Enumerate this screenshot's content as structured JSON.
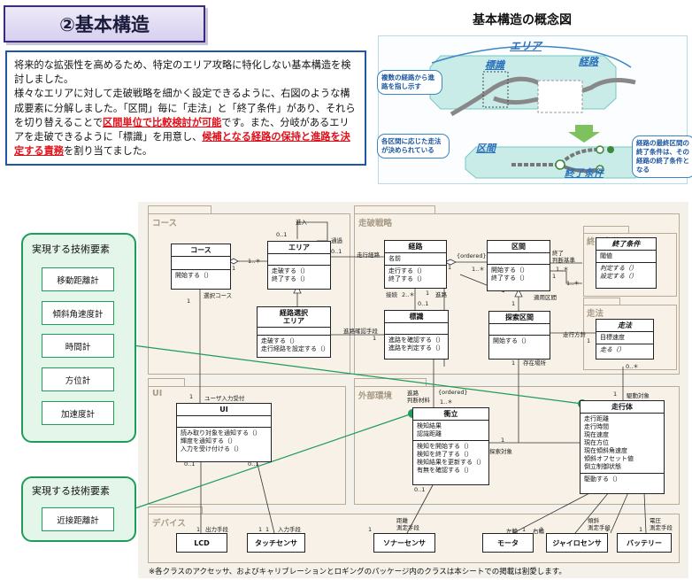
{
  "title": "②基本構造",
  "description": {
    "p1": "将来的な拡張性を高めるため、特定のエリア攻略に特化しない基本構造を検討しました。",
    "p2a": "様々なエリアに対して走破戦略を細かく設定できるように、右図のような構成要素に分解しました。「区間」毎に「走法」と「終了条件」があり、それらを切り替えることで",
    "p2b": "区間単位で比較検討が可能",
    "p2c": "です。また、分岐があるエリアを走破できるように「標識」を用意し、",
    "p2d": "候補となる経路の保持と進路を決定する責務",
    "p2e": "を割り当てました。"
  },
  "concept": {
    "title": "基本構造の概念図",
    "area": "エリア",
    "sign": "標識",
    "route": "経路",
    "section": "区間",
    "end_condition": "終了条件",
    "note_left": "複数の経路から進路を指し示す",
    "note_bottom_left": "各区間に応じた走法が決められている",
    "note_right": "経路の最終区間の終了条件は、その経路の終了条件となる"
  },
  "packages": {
    "course": "コース",
    "strategy": "走破戦略",
    "end_condition": "終了条件",
    "run_method": "走法",
    "ui": "UI",
    "external": "外部環境",
    "device": "デバイス"
  },
  "classes": {
    "course": {
      "name": "コース",
      "ops": [
        "開始する（）"
      ]
    },
    "area": {
      "name": "エリア",
      "ops": [
        "走破する（）",
        "終了する（）"
      ]
    },
    "route_select": {
      "name": "経路選択\nエリア",
      "ops": [
        "走破する（）",
        "走行経路を設定する（）"
      ]
    },
    "route": {
      "name": "経路",
      "attrs": [
        "名前"
      ],
      "ops": [
        "走行する（）",
        "終了する（）"
      ]
    },
    "section": {
      "name": "区間",
      "ops": [
        "開始する（）",
        "終了する（）"
      ]
    },
    "end_cond": {
      "name": "終了条件",
      "attrs": [
        "閾値"
      ],
      "ops": [
        "判定する（）",
        "設定する（）"
      ]
    },
    "sign": {
      "name": "標識",
      "ops": [
        "進路を確認する（）",
        "進路を判定する（）"
      ]
    },
    "search_section": {
      "name": "探索区間",
      "ops": [
        "開始する（）"
      ]
    },
    "run_method": {
      "name": "走法",
      "attrs": [
        "目標速度"
      ],
      "ops": [
        "走る（）"
      ]
    },
    "ui": {
      "name": "UI",
      "ops": [
        "読み取り対象を通知する（）",
        "輝度を通知する（）",
        "入力を受け付ける（）"
      ]
    },
    "obstacle": {
      "name": "衝立",
      "attrs": [
        "検知結果",
        "認識距離"
      ],
      "ops": [
        "検知を開始する（）",
        "検知を終了する（）",
        "検知結果を更新する（）",
        "有無を確認する（）"
      ]
    },
    "vehicle": {
      "name": "走行体",
      "attrs": [
        "走行距離",
        "走行時間",
        "現在速度",
        "現在方位",
        "現在傾斜角速度",
        "傾斜オフセット値",
        "倒立制御状態"
      ],
      "ops": [
        "駆動する（）"
      ]
    }
  },
  "devices": [
    "LCD",
    "タッチセンサ",
    "ソナーセンサ",
    "モータ",
    "ジャイロセンサ",
    "バッテリー"
  ],
  "labels": {
    "l_01_1": "0..1",
    "l_advance": "進入",
    "l_passage": "通過",
    "l_01_2": "0..1",
    "l_1a": "1..＊",
    "l_1b": "1",
    "l_run_route": "走行経路",
    "l_ordered1": "{ordered}",
    "l_1c": "1",
    "l_1d": "1..＊",
    "l_end": "終了\n判断基準",
    "l_1e": "1..＊",
    "l_1f": "1",
    "l_1g": "1..＊",
    "l_branch": "接続",
    "l_2": "2..＊",
    "l_1h": "1",
    "l_route2": "進路",
    "l_01_3": "0..1",
    "l_1i": "1",
    "l_apply": "適用区間",
    "l_select_course": "選択コース",
    "l_route_means": "進路確認手段",
    "l_1j": "1",
    "l_run_method": "走行方針",
    "l_1k": "1",
    "l_exist": "存在場所",
    "l_1l": "1",
    "l_0a": "0..＊",
    "l_1m": "1",
    "l_user": "ユーザ入力受付",
    "l_1n": "1",
    "l_route_material": "進路\n判断材料",
    "l_ordered2": "{ordered}",
    "l_1o": "1..＊",
    "l_drive_target": "駆動対象",
    "l_1p": "1",
    "l_search_target": "探索対象",
    "l_1q": "1",
    "l_01_4": "0..1",
    "l_1r": "1",
    "l_01_5": "0..1",
    "l_1s": "1",
    "l_01_6": "0..1",
    "l_out": "出力手段",
    "l_1t": "1",
    "l_in": "入力手段",
    "l_dist": "距離\n測定手段",
    "l_1u": "1",
    "l_left": "左輪",
    "l_right": "右輪",
    "l_tilt": "傾斜\n測定手段",
    "l_volt": "電圧\n測定手段",
    "l_1v": "1",
    "l_1w": "1",
    "l_1x": "1",
    "l_1y": "1"
  },
  "tech1": {
    "head": "実現する技術要素",
    "items": [
      "移動距離計",
      "傾斜角速度計",
      "時間計",
      "方位計",
      "加速度計"
    ]
  },
  "tech2": {
    "head": "実現する技術要素",
    "items": [
      "近接距離計"
    ]
  },
  "footnote": "※各クラスのアクセッサ、およびキャリブレーションとロギングのパッケージ内のクラスは本シートでの掲載は割愛します。",
  "colors": {
    "accent_green": "#1e9c5a",
    "title_border": "#3d2a7a",
    "desc_border": "#1f57a8",
    "highlight_red": "#e0101a"
  }
}
